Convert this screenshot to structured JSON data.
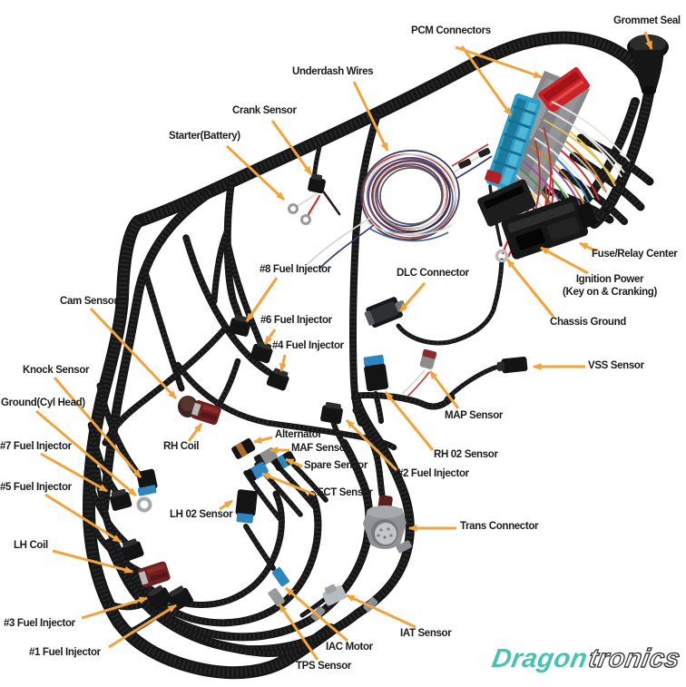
{
  "image_type": "annotated product photo of an LS engine swap standalone wiring harness",
  "background": "#ffffff",
  "colors": {
    "arrow": "#f0a43b",
    "label_text": "#1b1b1b",
    "harness_tube": "#181818",
    "pcm_connector_red": "#cd2127",
    "pcm_connector_blue": "#2d9ec6",
    "bracket_gray": "#8f9296",
    "logo_teal": "#49c2b1"
  },
  "callouts": [
    {
      "id": "pcm-connectors",
      "text": "PCM Connectors"
    },
    {
      "id": "grommet-seal",
      "text": "Grommet Seal"
    },
    {
      "id": "underdash-wires",
      "text": "Underdash Wires"
    },
    {
      "id": "crank-sensor",
      "text": "Crank Sensor"
    },
    {
      "id": "starter-battery",
      "text": "Starter(Battery)"
    },
    {
      "id": "fuse-relay-center",
      "text": "Fuse/Relay Center"
    },
    {
      "id": "ignition-power",
      "text": "Ignition Power\n(Key on & Cranking)"
    },
    {
      "id": "chassis-ground",
      "text": "Chassis Ground"
    },
    {
      "id": "dlc-connector",
      "text": "DLC Connector"
    },
    {
      "id": "vss-sensor",
      "text": "VSS Sensor"
    },
    {
      "id": "map-sensor",
      "text": "MAP Sensor"
    },
    {
      "id": "rh-02-sensor",
      "text": "RH 02 Sensor"
    },
    {
      "id": "2-fuel-injector",
      "text": "#2 Fuel Injector"
    },
    {
      "id": "trans-connector",
      "text": "Trans Connector"
    },
    {
      "id": "iat-sensor",
      "text": "IAT Sensor"
    },
    {
      "id": "iac-motor",
      "text": "IAC Motor"
    },
    {
      "id": "tps-sensor",
      "text": "TPS Sensor"
    },
    {
      "id": "8-fuel-injector",
      "text": "#8 Fuel Injector"
    },
    {
      "id": "6-fuel-injector",
      "text": "#6 Fuel Injector"
    },
    {
      "id": "4-fuel-injector",
      "text": "#4 Fuel Injector"
    },
    {
      "id": "cam-sensor",
      "text": "Cam Sensor"
    },
    {
      "id": "knock-sensor",
      "text": "Knock Sensor"
    },
    {
      "id": "ground-cyl-head",
      "text": "Ground(Cyl Head)"
    },
    {
      "id": "7-fuel-injector",
      "text": "#7 Fuel Injector"
    },
    {
      "id": "5-fuel-injector",
      "text": "#5 Fuel Injector"
    },
    {
      "id": "lh-coil",
      "text": "LH Coil"
    },
    {
      "id": "3-fuel-injector",
      "text": "#3 Fuel Injector"
    },
    {
      "id": "1-fuel-injector",
      "text": "#1 Fuel Injector"
    },
    {
      "id": "rh-coil",
      "text": "RH Coil"
    },
    {
      "id": "lh-02-sensor",
      "text": "LH 02 Sensor"
    },
    {
      "id": "alternator",
      "text": "Alternator"
    },
    {
      "id": "maf-sensor",
      "text": "MAF Sensor"
    },
    {
      "id": "spare-sensor",
      "text": "Spare Sensor"
    },
    {
      "id": "ect-sensor",
      "text": "ECT Sensor"
    }
  ],
  "watermark": {
    "part1": "Dragon",
    "part2": "tronics"
  }
}
